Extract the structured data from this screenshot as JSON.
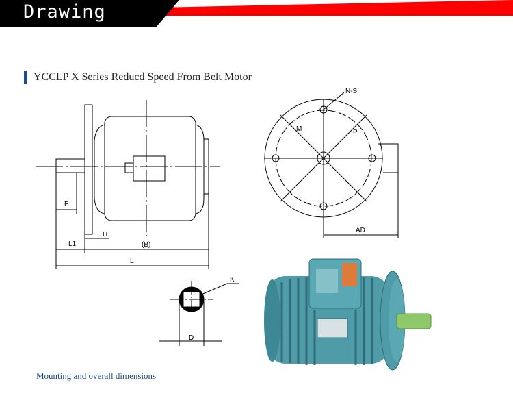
{
  "header": {
    "title": "Drawing",
    "accent_color": "#ff0000"
  },
  "section": {
    "title": "YCCLP X Series Reducd Speed From Belt Motor",
    "marker_color": "#1f4d8c"
  },
  "side_view_labels": {
    "e": "E",
    "l1": "L1",
    "h": "H",
    "b": "(B)",
    "l": "L"
  },
  "end_view_labels": {
    "ns": "N-S",
    "m": "M",
    "p": "P",
    "ad": "AD"
  },
  "shaft_labels": {
    "k": "K",
    "d": "D"
  },
  "caption": "Mounting and overall dimensions",
  "photo": {
    "body_color": "#4f9ca8",
    "shaft_color": "#8fc86a",
    "icon": "electric-motor-photo"
  }
}
